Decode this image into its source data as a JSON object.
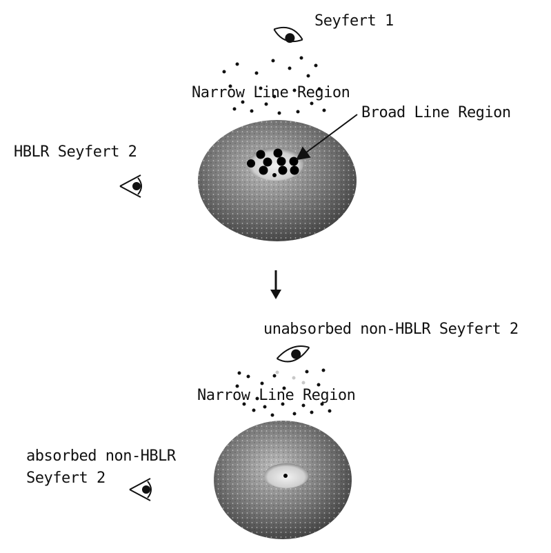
{
  "top_panel": {
    "seyfert1_label": "Seyfert 1",
    "nlr_label": "Narrow Line Region",
    "blr_label": "Broad Line Region",
    "hblr_label": "HBLR Seyfert 2"
  },
  "bottom_panel": {
    "unabsorbed_label": "unabsorbed non-HBLR Seyfert 2",
    "nlr_label": "Narrow Line Region",
    "absorbed_label_line1": "absorbed non-HBLR",
    "absorbed_label_line2": "Seyfert 2"
  },
  "colors": {
    "ink": "#111111",
    "torus_dark": "#4a4a4a",
    "torus_light": "#bdbdbd"
  }
}
